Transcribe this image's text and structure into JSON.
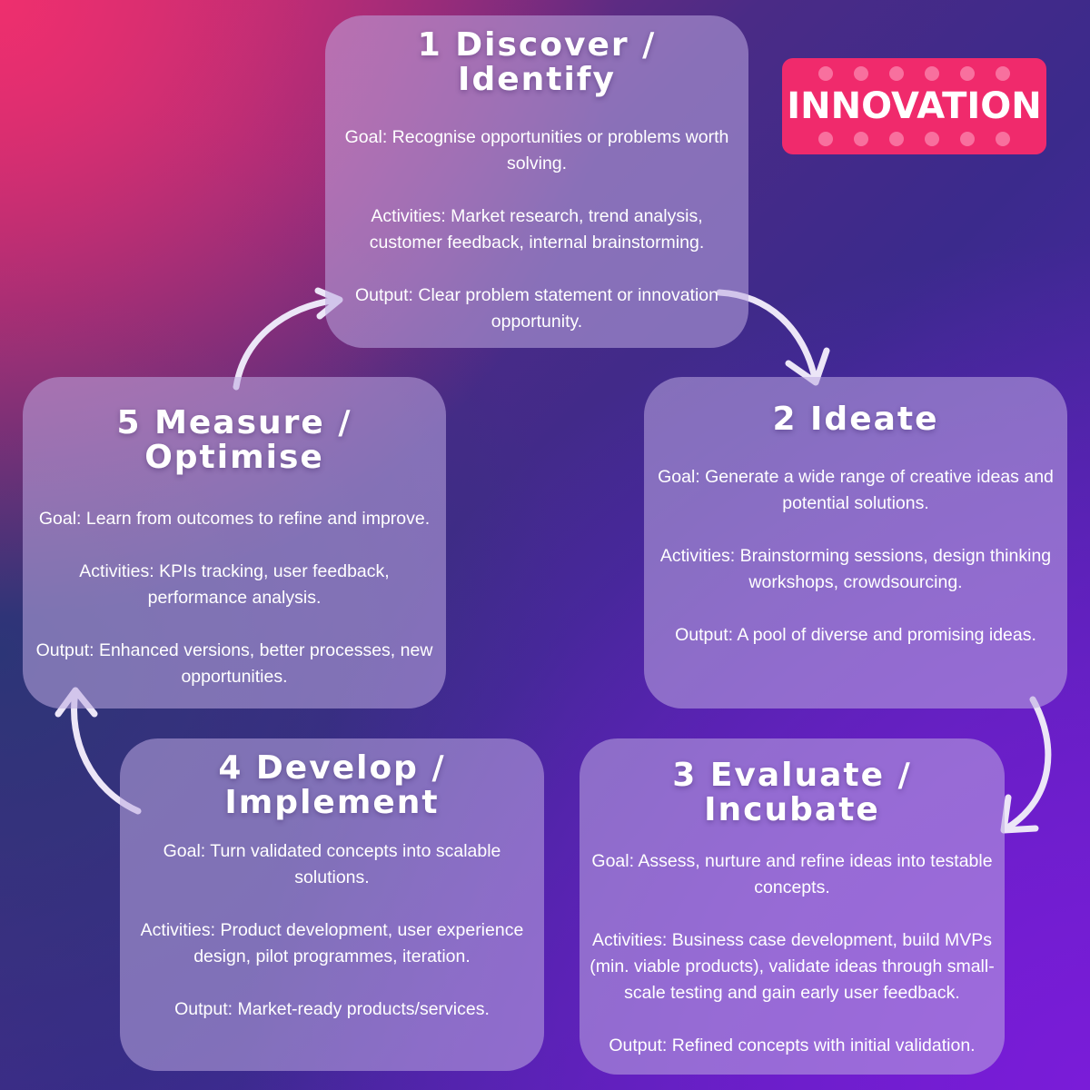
{
  "badge": {
    "label": "INNOVATION"
  },
  "stages": [
    {
      "title": "1 Discover / Identify",
      "goal": "Goal: Recognise opportunities or problems worth solving.",
      "activities": "Activities: Market research, trend analysis, customer feedback, internal brainstorming.",
      "output": "Output: Clear problem statement or innovation opportunity."
    },
    {
      "title": "2 Ideate",
      "goal": "Goal: Generate a wide range of creative ideas and potential solutions.",
      "activities": "Activities: Brainstorming sessions, design thinking workshops, crowdsourcing.",
      "output": "Output: A pool of diverse and promising ideas."
    },
    {
      "title": "3 Evaluate / Incubate",
      "goal": "Goal: Assess, nurture and refine ideas into testable concepts.",
      "activities": "Activities: Business case development, build MVPs (min. viable products), validate ideas through small-scale testing and gain early user feedback.",
      "output": "Output: Refined concepts with initial validation."
    },
    {
      "title": "4 Develop / Implement",
      "goal": "Goal: Turn validated concepts into scalable solutions.",
      "activities": "Activities: Product development, user experience design, pilot programmes, iteration.",
      "output": "Output: Market-ready products/services."
    },
    {
      "title": "5 Measure / Optimise",
      "goal": "Goal: Learn from outcomes to refine and improve.",
      "activities": "Activities: KPIs tracking, user feedback, performance analysis.",
      "output": "Output: Enhanced versions, better processes, new opportunities."
    }
  ],
  "colors": {
    "badge": "#f02a6c",
    "arrow": "#ece6f7",
    "card": "#bea9e1"
  }
}
